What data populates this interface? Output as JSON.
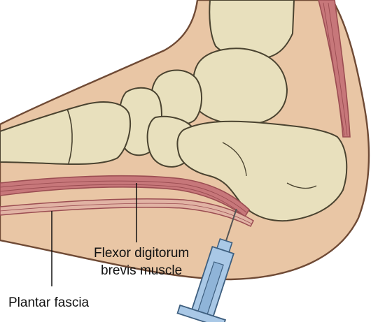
{
  "labels": {
    "flexor_line1": "Flexor digitorum",
    "flexor_line2": "brevis muscle",
    "plantar_fascia": "Plantar fascia"
  },
  "colors": {
    "skin": "#e9c6a5",
    "skin_outline": "#6f4a35",
    "bone": "#e8e0bd",
    "bone_outline": "#4a4330",
    "muscle": "#c7777a",
    "muscle_dark": "#9b4d52",
    "fascia": "#e1b3a4",
    "syringe": "#a9c8e6",
    "syringe_outline": "#3e5f7f",
    "leader": "#111111"
  }
}
